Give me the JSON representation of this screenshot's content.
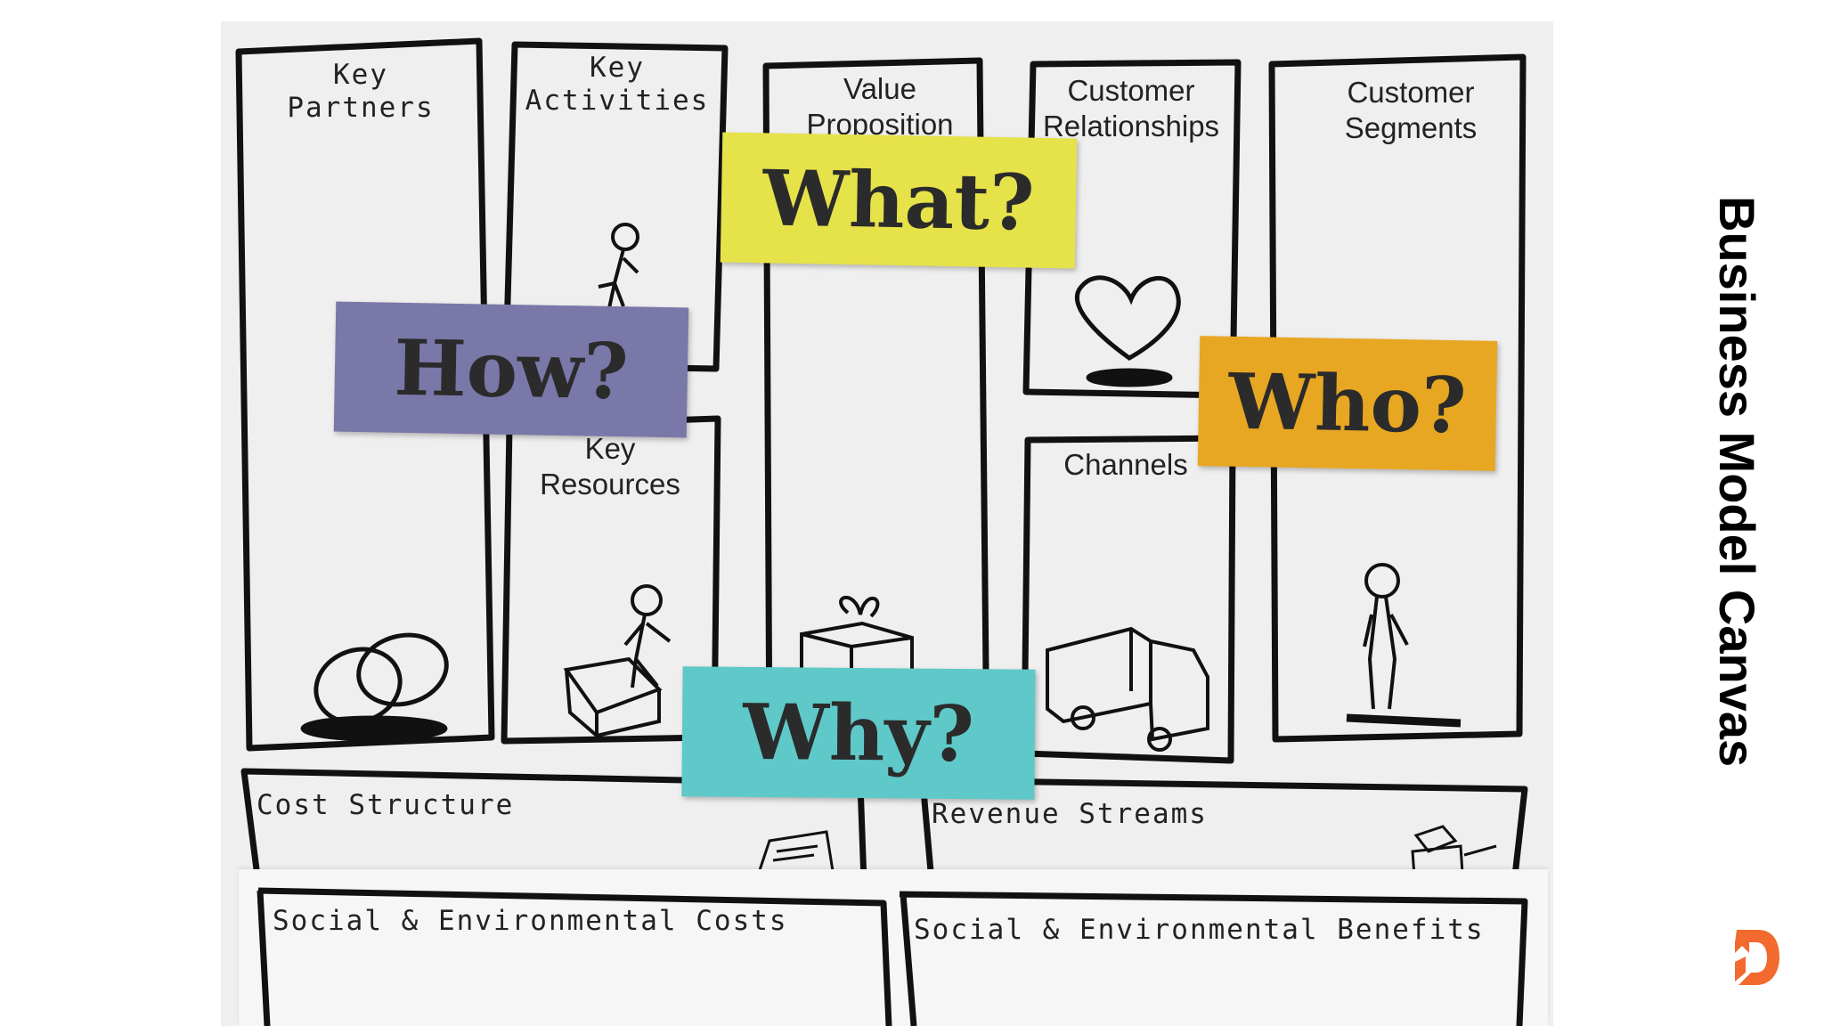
{
  "title": "Business Model Canvas",
  "boxes": {
    "key_partners": "Key\nPartners",
    "key_activities": "Key\nActivities",
    "value_proposition": "Value\nProposition",
    "customer_relationships": "Customer\nRelationships",
    "customer_segments": "Customer\nSegments",
    "key_resources": "Key\nResources",
    "channels": "Channels",
    "cost_structure": "Cost Structure",
    "revenue_streams": "Revenue Streams",
    "social_costs": "Social & Environmental Costs",
    "social_benefits": "Social & Environmental Benefits"
  },
  "stickies": {
    "what": "What?",
    "how": "How?",
    "who": "Who?",
    "why": "Why?"
  },
  "colors": {
    "what": "#e6e24a",
    "how": "#7a78a8",
    "who": "#e8a722",
    "why": "#5ec9c8",
    "logo": "#f26a2e"
  }
}
